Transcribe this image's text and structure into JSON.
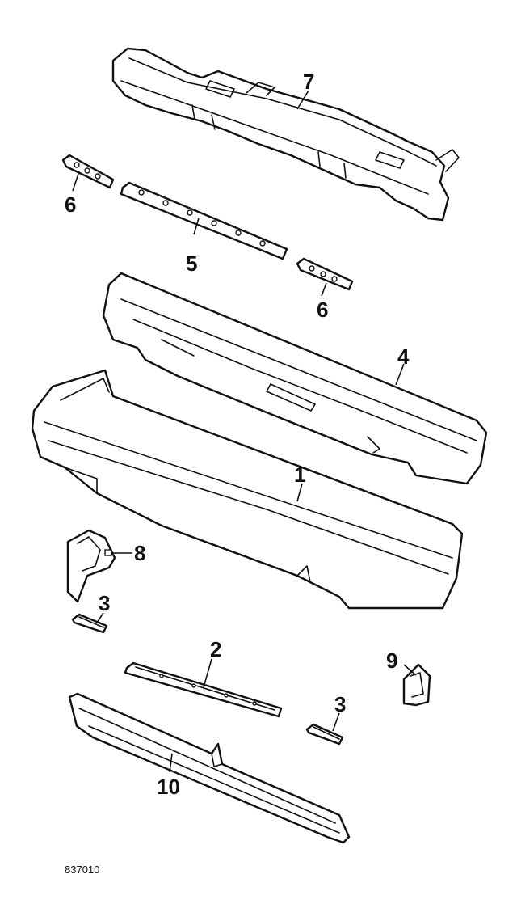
{
  "callouts": {
    "c1": "1",
    "c2": "2",
    "c3a": "3",
    "c3b": "3",
    "c4": "4",
    "c5": "5",
    "c6a": "6",
    "c6b": "6",
    "c7": "7",
    "c8": "8",
    "c9": "9",
    "c10": "10"
  },
  "drawing_code": "837010",
  "colors": {
    "line": "#111111",
    "background": "#ffffff"
  }
}
